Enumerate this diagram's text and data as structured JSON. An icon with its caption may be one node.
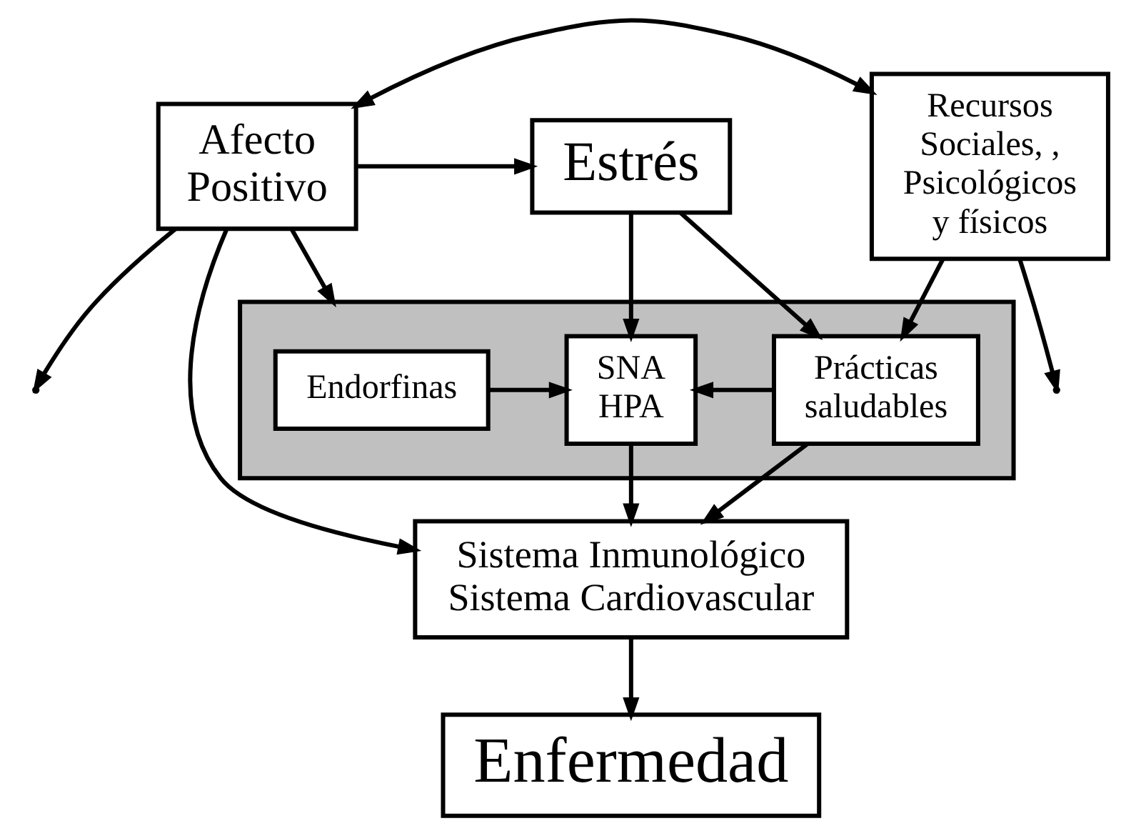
{
  "diagram": {
    "nodes": [
      {
        "text": [
          "Afecto Positivo"
        ]
      },
      {
        "text": [
          "Estrés"
        ]
      },
      {
        "text": [
          "Recursos Sociales, , Psicológicos y físicos"
        ]
      },
      {
        "text": [],
        "shape": "box"
      },
      {
        "text": [
          "Endorfinas"
        ],
        "in": 3
      },
      {
        "text": [
          "SNA",
          "HPA"
        ],
        "in": 3
      },
      {
        "text": [
          "Prácticas saludables"
        ],
        "in": 3
      },
      {
        "text": [
          "Sistema Inmunológico",
          "Sistema Cardiovascular"
        ]
      },
      {
        "text": [
          "Enfermedad"
        ]
      }
    ],
    "edges": [
      {
        "from": 0,
        "to": 2,
        "arrow": "both"
      },
      {
        "from": 0,
        "to": 1,
        "arrow": "to"
      },
      {
        "from": 0,
        "to": null,
        "arrow": "to"
      },
      {
        "from": 2,
        "to": null,
        "arrow": "to"
      },
      {
        "from": 0,
        "to": 3,
        "arrow": "to"
      },
      {
        "from": 1,
        "to": 5,
        "arrow": "to"
      },
      {
        "from": 1,
        "to": 6,
        "arrow": "to"
      },
      {
        "from": 2,
        "to": 6,
        "arrow": "to"
      },
      {
        "from": 4,
        "to": 5,
        "arrow": "to"
      },
      {
        "from": 6,
        "to": 5,
        "arrow": "to"
      },
      {
        "from": 5,
        "to": 7,
        "arrow": "to"
      },
      {
        "from": 6,
        "to": 7,
        "arrow": "to"
      },
      {
        "from": 0,
        "to": 7,
        "arrow": "to"
      },
      {
        "from": 7,
        "to": 8,
        "arrow": "to"
      }
    ]
  }
}
